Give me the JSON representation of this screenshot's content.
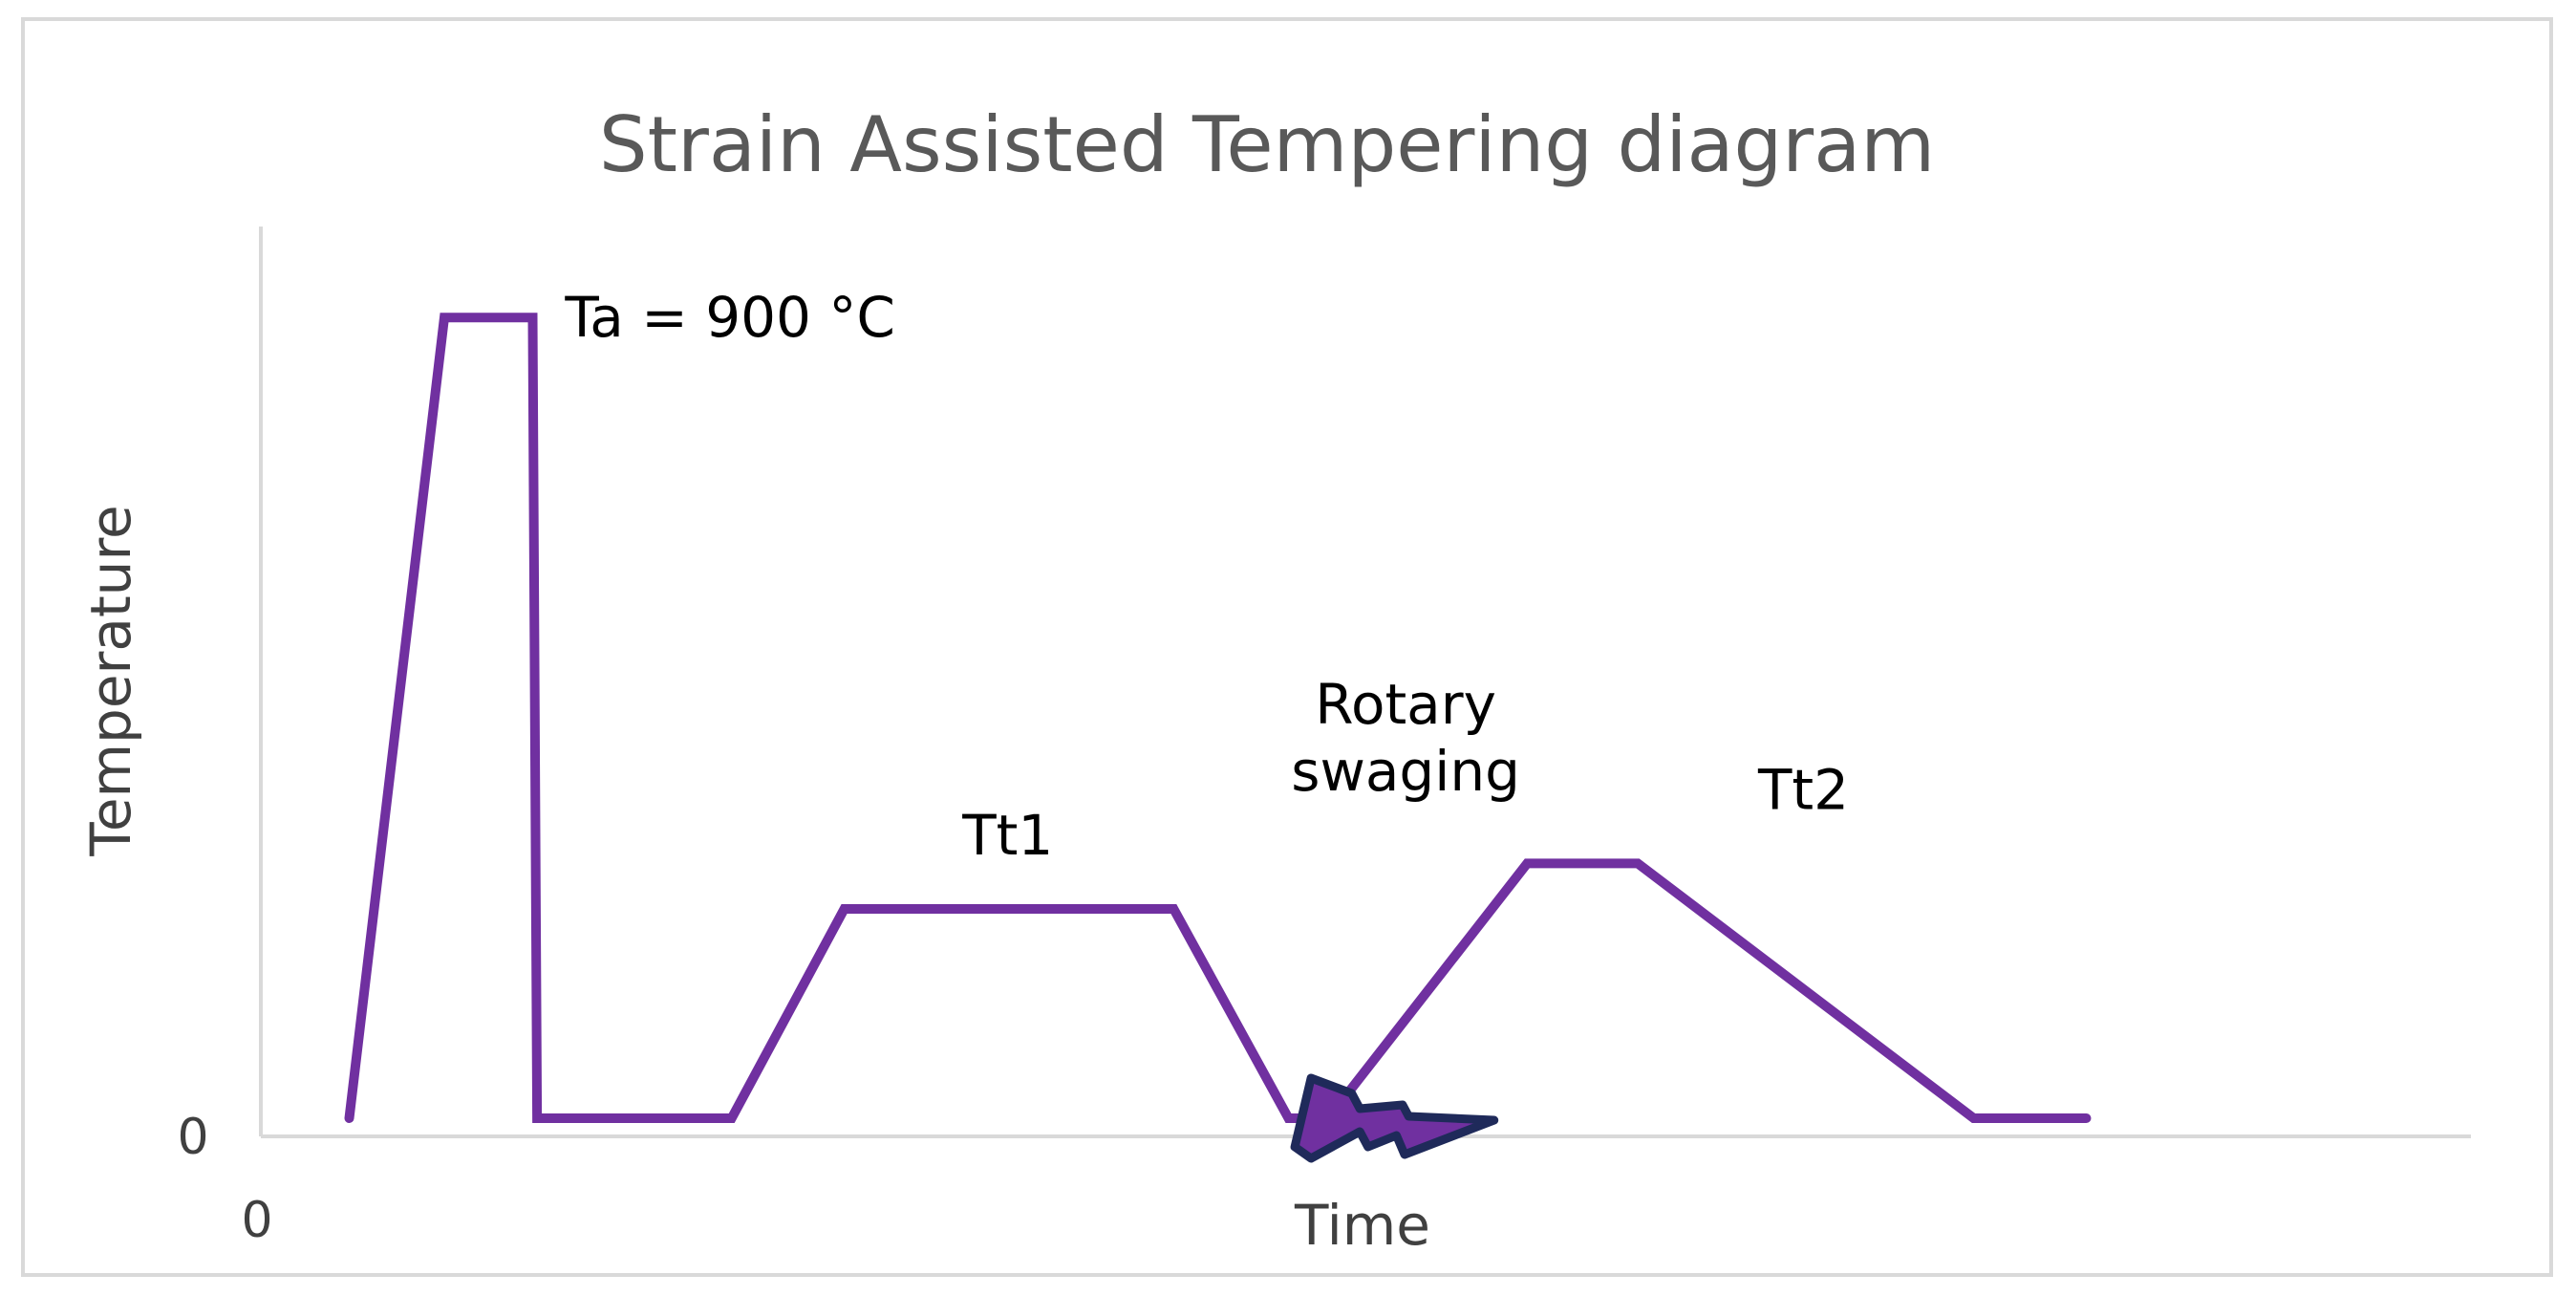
{
  "chart_data": {
    "type": "line",
    "title": "Strain Assisted Tempering diagram",
    "xlabel": "Time",
    "ylabel": "Temperature",
    "x_tick_labels": [
      "0"
    ],
    "y_tick_labels": [
      "0"
    ],
    "xlim": [
      0,
      100
    ],
    "ylim": [
      0,
      100
    ],
    "grid": false,
    "legend": "none",
    "series": [
      {
        "color": "#7030a0",
        "x": [
          4.0,
          8.3,
          12.3,
          12.5,
          21.3,
          26.4,
          41.3,
          46.5,
          48.3,
          57.3,
          62.3,
          77.5,
          82.6
        ],
        "y": [
          2,
          90,
          90,
          2,
          2,
          25,
          25,
          2,
          2,
          30,
          30,
          2,
          2
        ]
      }
    ],
    "annotations": [
      {
        "text": "Ta = 900 °C",
        "x": 12.9,
        "y": 90
      },
      {
        "lines": [
          "Tt1"
        ],
        "x": 33.8,
        "y": 31
      },
      {
        "lines": [
          "Rotary",
          "swaging"
        ],
        "x": 51.8,
        "y": 38
      },
      {
        "lines": [
          "Tt2"
        ],
        "x": 69.8,
        "y": 36
      }
    ],
    "deformation_marker": {
      "name": "lightning-bolt-icon",
      "x_start": 46.6,
      "x_end": 55.8,
      "fill": "#7030a0",
      "stroke": "#1f2a5a"
    }
  }
}
